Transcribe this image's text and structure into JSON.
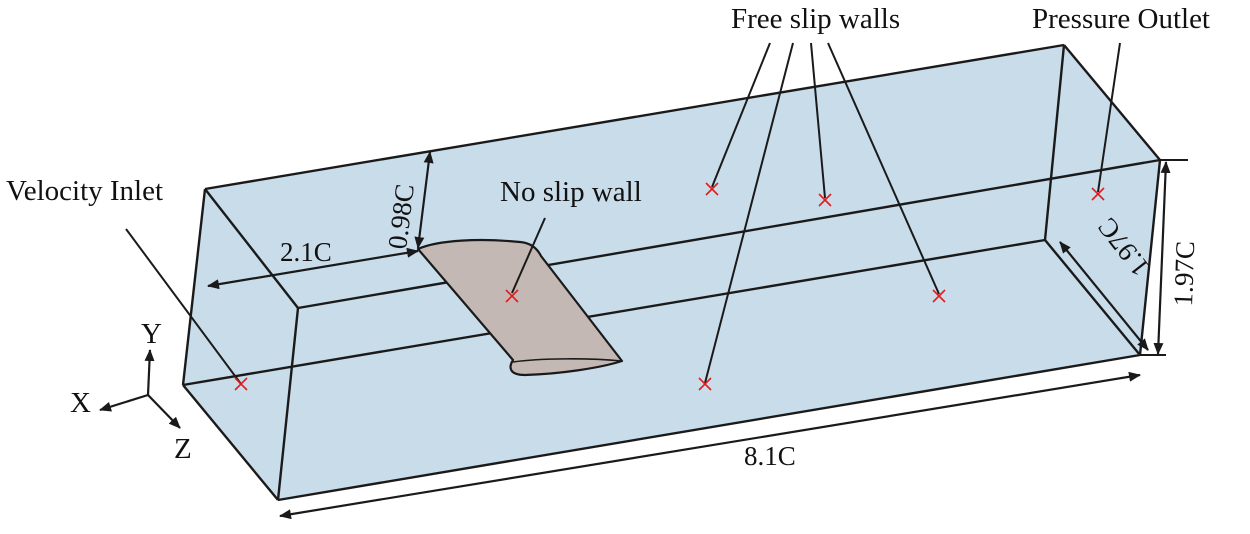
{
  "labels": {
    "free_slip_walls": "Free slip walls",
    "pressure_outlet": "Pressure Outlet",
    "velocity_inlet": "Velocity Inlet",
    "no_slip_wall": "No slip wall"
  },
  "dimensions": {
    "inlet_to_airfoil": "2.1C",
    "airfoil_to_top": "0.98C",
    "domain_length": "8.1C",
    "domain_depth": "1.97C",
    "domain_height": "1.97C"
  },
  "axes": {
    "x": "X",
    "y": "Y",
    "z": "Z"
  },
  "colors": {
    "domain_fill": "#c9dcea",
    "airfoil_fill": "#c4b8b4",
    "marker": "#e21b1b",
    "edges": "#1a1a1a"
  }
}
